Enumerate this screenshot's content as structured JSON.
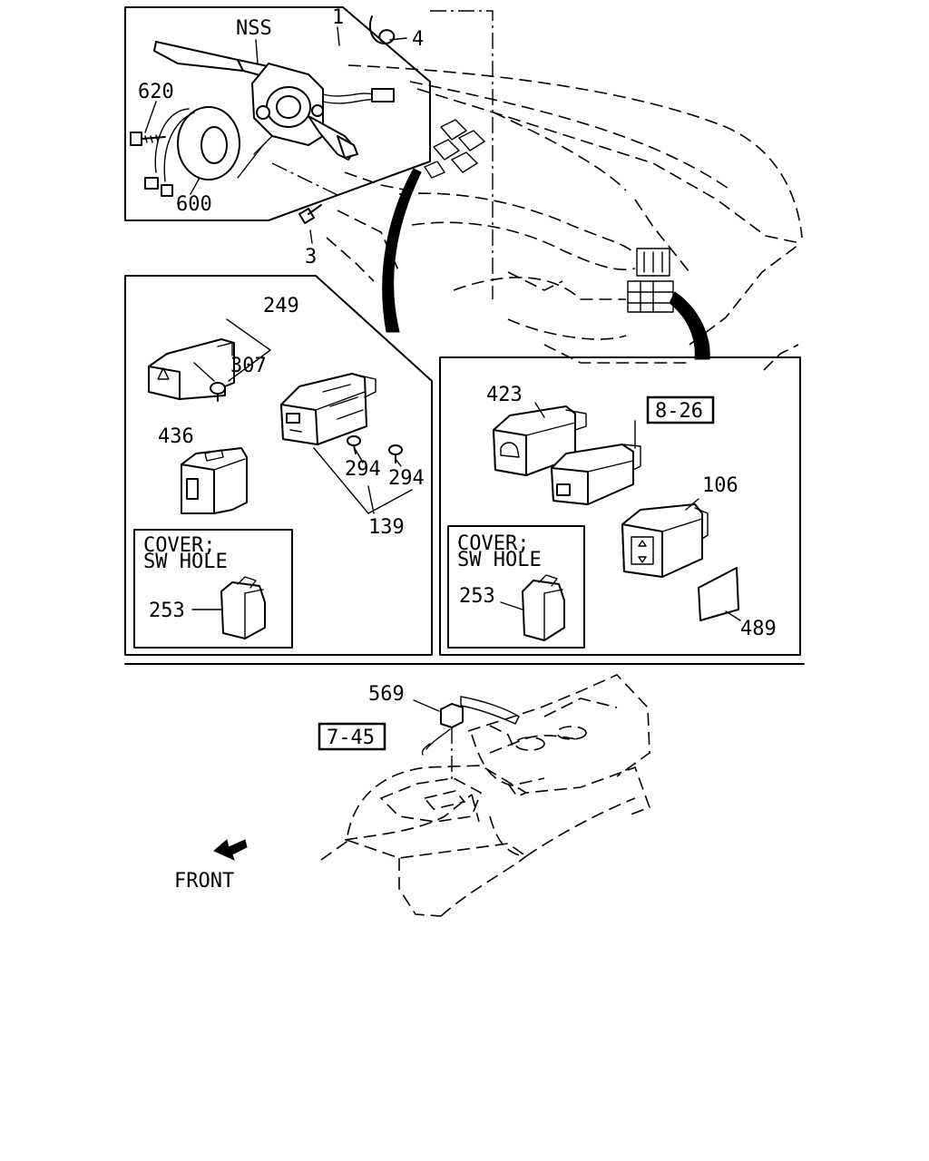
{
  "callouts": {
    "c1": "1",
    "nss": "NSS",
    "c4": "4",
    "c620": "620",
    "c600": "600",
    "c3": "3",
    "c249": "249",
    "c307": "307",
    "c436": "436",
    "c294a": "294",
    "c294b": "294",
    "c139": "139",
    "c253a": "253",
    "c423": "423",
    "ref826": "8-26",
    "c106": "106",
    "c253b": "253",
    "c489": "489",
    "c569": "569",
    "ref745": "7-45"
  },
  "cover_left": {
    "line1": "COVER;",
    "line2": "SW HOLE"
  },
  "cover_right": {
    "line1": "COVER;",
    "line2": "SW HOLE"
  },
  "front_label": "FRONT"
}
